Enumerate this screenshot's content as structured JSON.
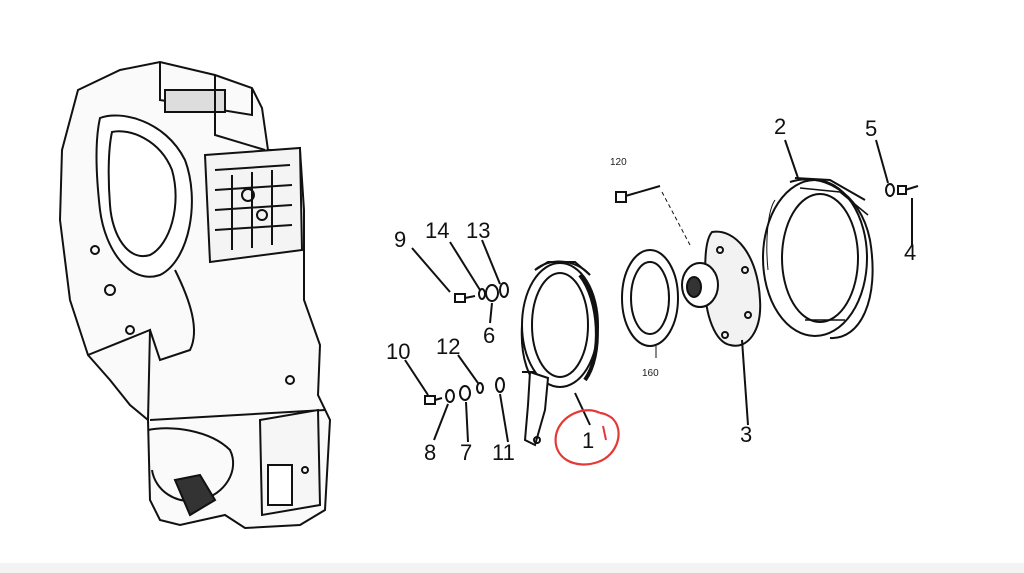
{
  "diagram": {
    "callouts": [
      {
        "id": "1",
        "label": "1"
      },
      {
        "id": "2",
        "label": "2"
      },
      {
        "id": "3",
        "label": "3"
      },
      {
        "id": "4",
        "label": "4"
      },
      {
        "id": "5",
        "label": "5"
      },
      {
        "id": "6",
        "label": "6"
      },
      {
        "id": "7",
        "label": "7"
      },
      {
        "id": "8",
        "label": "8"
      },
      {
        "id": "9",
        "label": "9"
      },
      {
        "id": "10",
        "label": "10"
      },
      {
        "id": "11",
        "label": "11"
      },
      {
        "id": "12",
        "label": "12"
      },
      {
        "id": "13",
        "label": "13"
      },
      {
        "id": "14",
        "label": "14"
      }
    ],
    "small_labels": {
      "screw_torque": "120",
      "disc_size": "160"
    },
    "highlight_color": "#e53935",
    "line_color": "#111111"
  }
}
